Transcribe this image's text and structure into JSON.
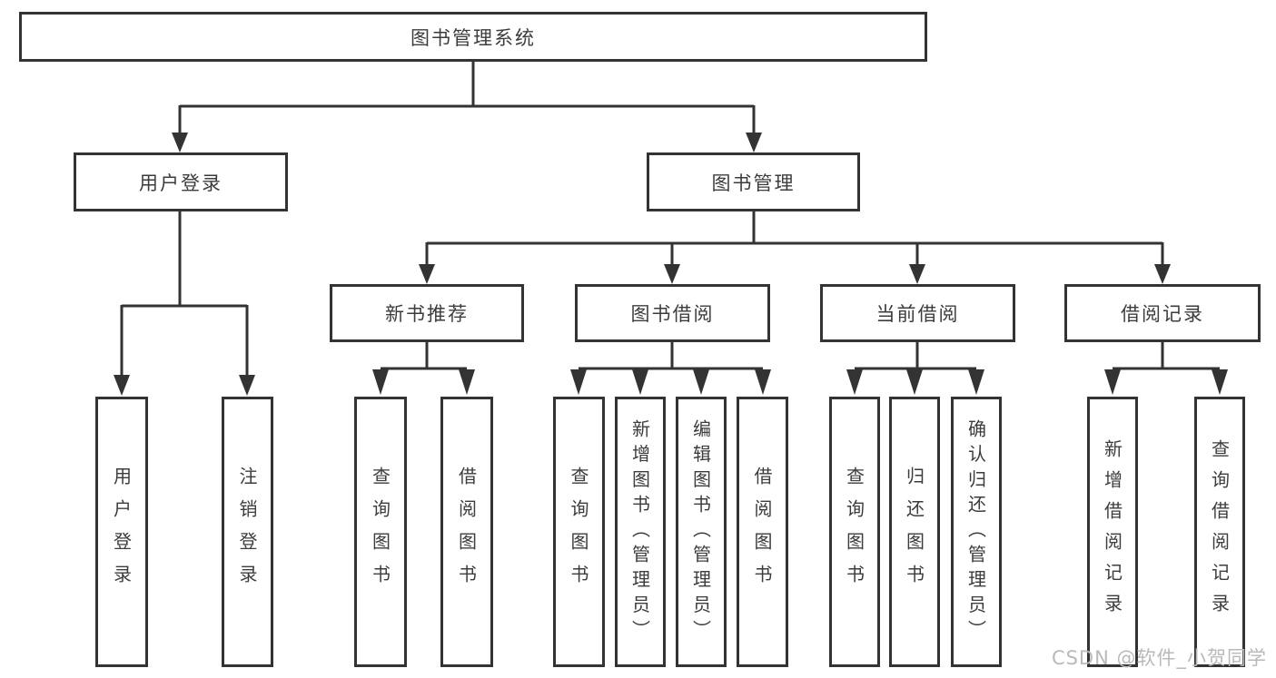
{
  "tree": {
    "root": "图书管理系统",
    "branches": [
      {
        "label": "用户登录",
        "leaves": [
          "用户登录",
          "注销登录"
        ]
      },
      {
        "label": "图书管理",
        "groups": [
          {
            "label": "新书推荐",
            "leaves": [
              "查询图书",
              "借阅图书"
            ]
          },
          {
            "label": "图书借阅",
            "leaves": [
              "查询图书",
              "新增图书（管理员）",
              "编辑图书（管理员）",
              "借阅图书"
            ]
          },
          {
            "label": "当前借阅",
            "leaves": [
              "查询图书",
              "归还图书",
              "确认归还（管理员）"
            ]
          },
          {
            "label": "借阅记录",
            "leaves": [
              "新增借阅记录",
              "查询借阅记录"
            ]
          }
        ]
      }
    ]
  },
  "watermark": "CSDN @软件_小贺同学",
  "colors": {
    "line": "#333333",
    "box_border": "#333333",
    "box_fill": "#ffffff",
    "text": "#3c3c3c",
    "watermark_gray": "#b9b9b9"
  }
}
